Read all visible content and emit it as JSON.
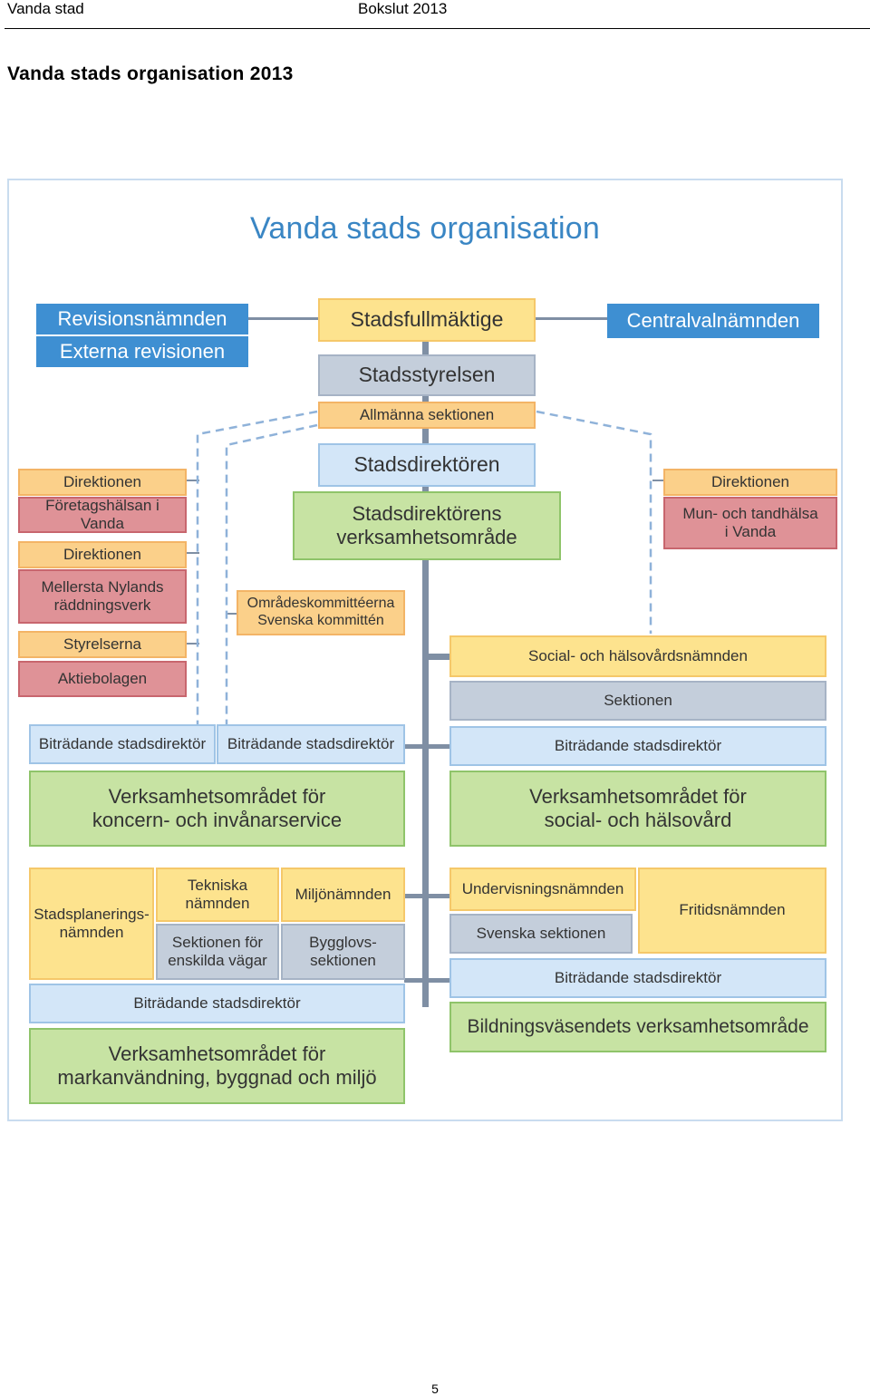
{
  "header": {
    "left": "Vanda stad",
    "right": "Bokslut 2013"
  },
  "doc_title": "Vanda stads organisation 2013",
  "page_number": "5",
  "chart": {
    "title": "Vanda stads organisation",
    "top": {
      "revision_committee": "Revisionsnämnden",
      "external_audit": "Externa revisionen",
      "city_council": "Stadsfullmäktige",
      "central_election_board": "Centralvalnämnden",
      "city_board": "Stadsstyrelsen",
      "general_section": "Allmänna sektionen",
      "city_manager": "Stadsdirektören",
      "city_manager_area": "Stadsdirektörens\nverksamhetsområde"
    },
    "left_column": {
      "board_1": "Direktionen",
      "occupational_health": "Företagshälsan i Vanda",
      "board_2": "Direktionen",
      "rescue_department": "Mellersta Nylands\nräddningsverk",
      "boards_of_directors": "Styrelserna",
      "companies": "Aktiebolagen"
    },
    "area_committees": "Områdeskommittéerna\nSvenska kommittén",
    "right_column": {
      "board": "Direktionen",
      "oral_health": "Mun- och tandhälsa\ni Vanda"
    },
    "group_service": {
      "deputy_1": "Biträdande stadsdirektör",
      "deputy_2": "Biträdande stadsdirektör",
      "area": "Verksamhetsområdet för\nkoncern- och invånarservice"
    },
    "social_health": {
      "committee": "Social- och hälsovårdsnämnden",
      "section": "Sektionen",
      "deputy": "Biträdande stadsdirektör",
      "area": "Verksamhetsområdet för\nsocial- och hälsovård"
    },
    "land_use": {
      "planning_committee": "Stadsplanerings-\nnämnden",
      "technical_committee": "Tekniska\nnämnden",
      "environment_committee": "Miljönämnden",
      "private_roads_section": "Sektionen för\nenskilda vägar",
      "building_section": "Bygglovs-\nsektionen",
      "deputy": "Biträdande stadsdirektör",
      "area": "Verksamhetsområdet för\nmarkanvändning, byggnad och miljö"
    },
    "education": {
      "education_committee": "Undervisningsnämnden",
      "swedish_section": "Svenska sektionen",
      "leisure_committee": "Fritidsnämnden",
      "deputy": "Biträdande stadsdirektör",
      "area": "Bildningsväsendets verksamhetsområde"
    },
    "colors": {
      "blue_header": "#3e8fd2",
      "title_blue": "#3a86c4",
      "yellow": "#fde38e",
      "orange": "#fbd08a",
      "gray": "#c4cedb",
      "light_blue": "#d3e6f8",
      "green": "#c7e3a3",
      "red": "#df9297",
      "connector": "#7f8fa4"
    }
  }
}
